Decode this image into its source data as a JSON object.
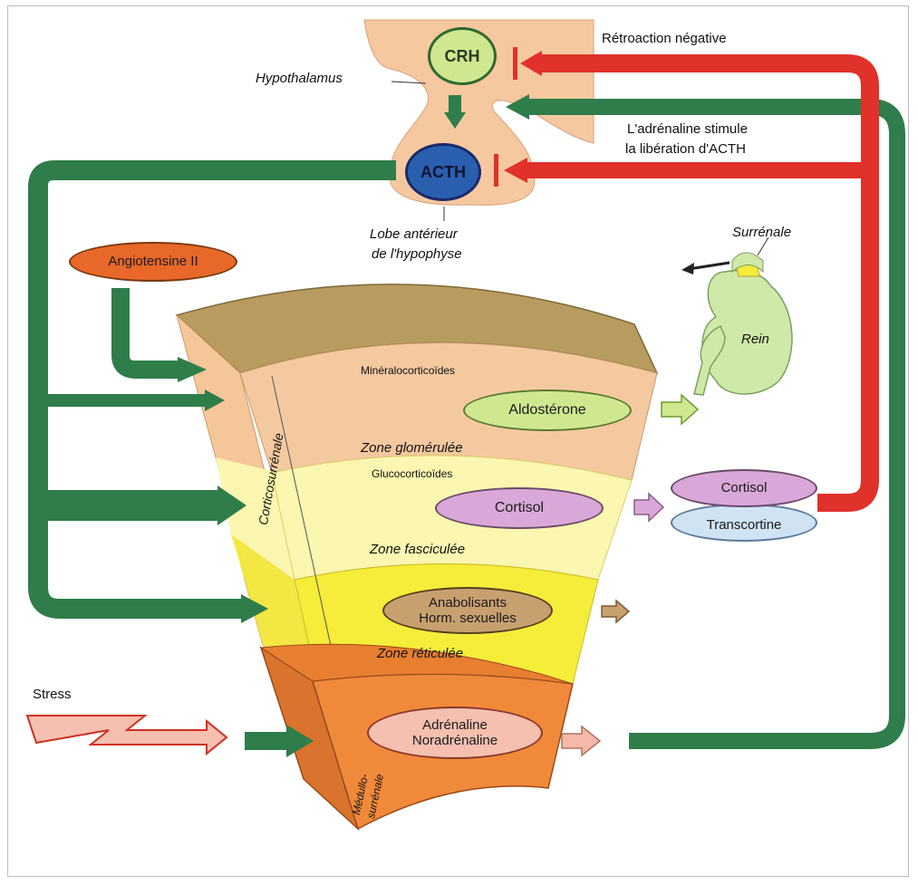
{
  "hypothalamus": {
    "label": "Hypothalamus",
    "hormone": "CRH"
  },
  "pituitary": {
    "hormone": "ACTH",
    "label_line1": "Lobe antérieur",
    "label_line2": "de l'hypophyse"
  },
  "feedback": {
    "negative": "Rétroaction négative",
    "adrenaline_line1": "L'adrénaline stimule",
    "adrenaline_line2": "la libération d'ACTH"
  },
  "inputs": {
    "angiotensin": "Angiotensine II",
    "stress": "Stress"
  },
  "kidney": {
    "adrenal": "Surrénale",
    "kidney": "Rein"
  },
  "cortex": {
    "label": "Corticosurrénale",
    "glomerulosa": {
      "class": "Minéralocorticoïdes",
      "hormone": "Aldostérone",
      "zone": "Zone glomérulée"
    },
    "fasciculata": {
      "class": "Glucocorticoïdes",
      "hormone": "Cortisol",
      "zone": "Zone fasciculée"
    },
    "reticularis": {
      "hormone_line1": "Anabolisants",
      "hormone_line2": "Horm. sexuelles",
      "zone": "Zone réticulée"
    }
  },
  "medulla": {
    "label_line1": "Médullo-",
    "label_line2": "surrénale",
    "hormone_line1": "Adrénaline",
    "hormone_line2": "Noradrénaline"
  },
  "plasma": {
    "cortisol": "Cortisol",
    "carrier": "Transcortine"
  },
  "colors": {
    "green": "#2f7d4a",
    "red": "#e0312a",
    "glomerulosa": "#f5c9a0",
    "fasciculata": "#fbf6b0",
    "reticularis": "#f6ec3a",
    "medulla": "#f08a3a",
    "capsule": "#b89b5e",
    "pituitary": "#f6c8a0"
  }
}
